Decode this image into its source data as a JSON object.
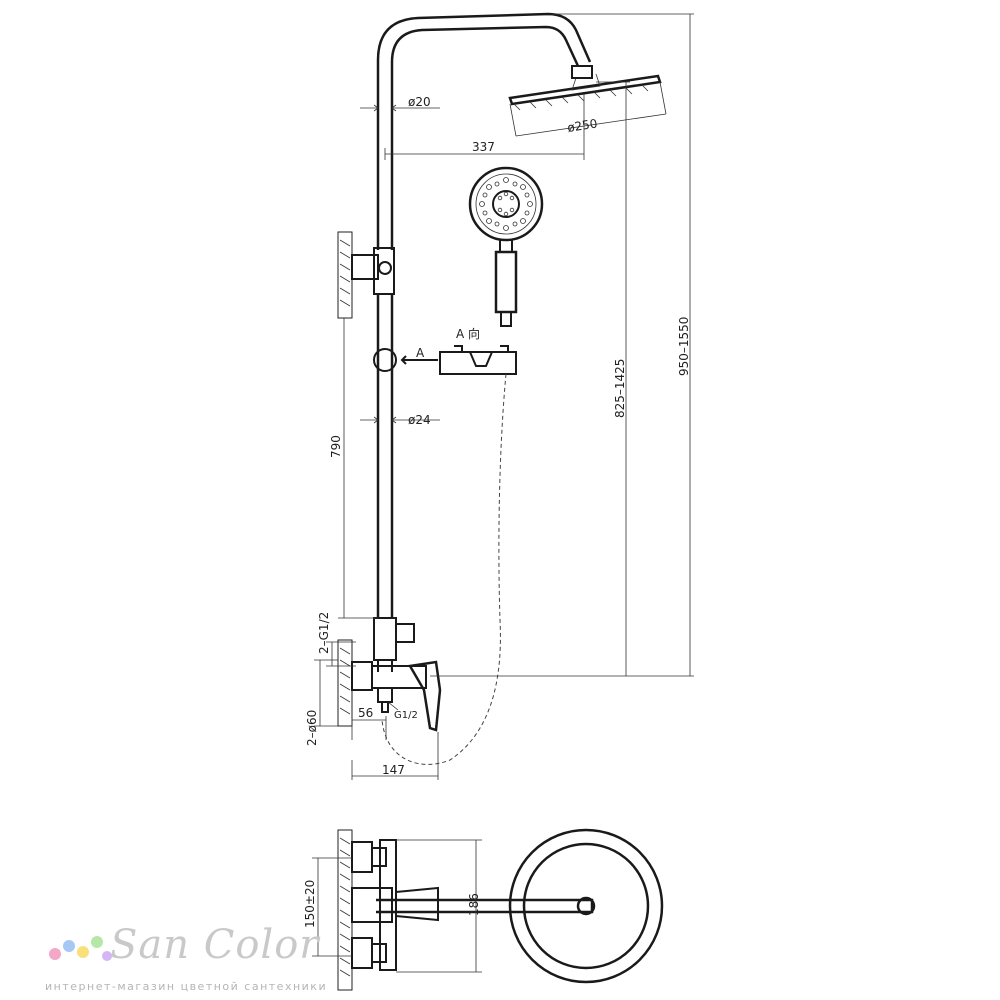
{
  "dimensions": {
    "d20": "ø20",
    "d250": "ø250",
    "w337": "337",
    "d24": "ø24",
    "h790": "790",
    "h825_1425": "825–1425",
    "h950_1550": "950–1550",
    "view_a": "A",
    "view_a_dir": "A  向",
    "g12_pair": "2–G1/2",
    "d60_pair": "2–ø60",
    "w56": "56",
    "g12": "G1/2",
    "w147": "147",
    "c150": "150±20",
    "w186": "186"
  },
  "brand": {
    "name": "San Color",
    "tagline": "интернет-магазин цветной сантехники",
    "dot_colors": [
      "#f4a7c8",
      "#a7c8f4",
      "#f9e07a",
      "#b5e8a7",
      "#d6b5f4"
    ]
  }
}
